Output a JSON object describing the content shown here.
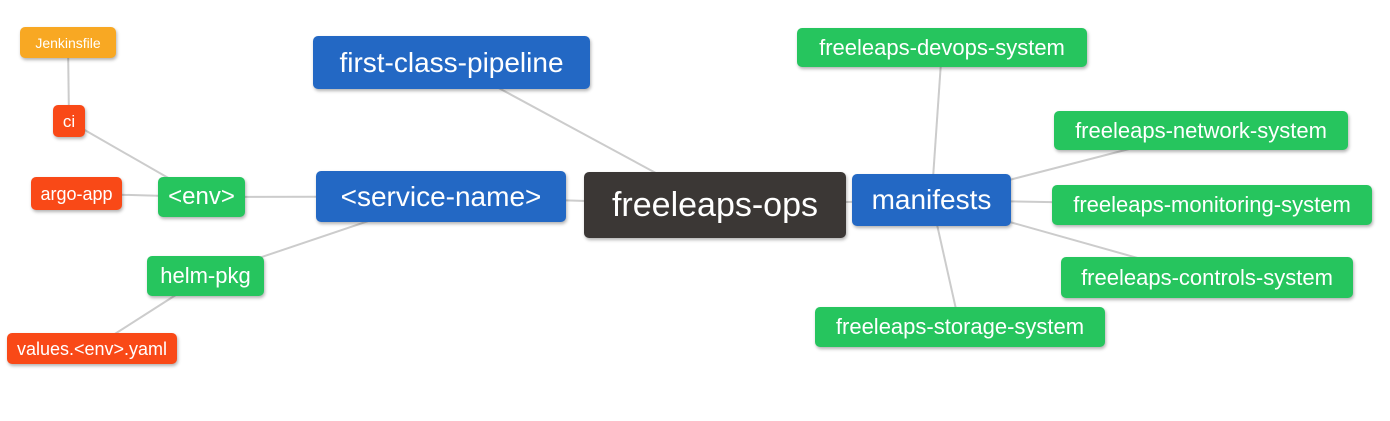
{
  "diagram": {
    "type": "mindmap",
    "root_label": "freeleaps-ops",
    "palette": {
      "root": "#3B3735",
      "branch": "#2368C4",
      "level2": "#26C55E",
      "level3": "#F94917",
      "level4": "#F8A823",
      "edge": "#CCCCCC",
      "text": "#FFFFFF",
      "background": "#FFFFFF"
    },
    "nodes": [
      {
        "id": "freeleaps-ops",
        "label": "freeleaps-ops",
        "level": 0,
        "color": "root"
      },
      {
        "id": "first-class-pipeline",
        "label": "first-class-pipeline",
        "level": 1,
        "color": "branch"
      },
      {
        "id": "service-name",
        "label": "<service-name>",
        "level": 1,
        "color": "branch"
      },
      {
        "id": "manifests",
        "label": "manifests",
        "level": 1,
        "color": "branch"
      },
      {
        "id": "env",
        "label": "<env>",
        "level": 2,
        "color": "level2"
      },
      {
        "id": "helm-pkg",
        "label": "helm-pkg",
        "level": 2,
        "color": "level2"
      },
      {
        "id": "freeleaps-devops-system",
        "label": "freeleaps-devops-system",
        "level": 2,
        "color": "level2"
      },
      {
        "id": "freeleaps-network-system",
        "label": "freeleaps-network-system",
        "level": 2,
        "color": "level2"
      },
      {
        "id": "freeleaps-monitoring-system",
        "label": "freeleaps-monitoring-system",
        "level": 2,
        "color": "level2"
      },
      {
        "id": "freeleaps-controls-system",
        "label": "freeleaps-controls-system",
        "level": 2,
        "color": "level2"
      },
      {
        "id": "freeleaps-storage-system",
        "label": "freeleaps-storage-system",
        "level": 2,
        "color": "level2"
      },
      {
        "id": "ci",
        "label": "ci",
        "level": 3,
        "color": "level3"
      },
      {
        "id": "argo-app",
        "label": "argo-app",
        "level": 3,
        "color": "level3"
      },
      {
        "id": "values-env-yaml",
        "label": "values.<env>.yaml",
        "level": 3,
        "color": "level3"
      },
      {
        "id": "jenkinsfile",
        "label": "Jenkinsfile",
        "level": 4,
        "color": "level4"
      }
    ],
    "edges": [
      [
        "freeleaps-ops",
        "first-class-pipeline"
      ],
      [
        "freeleaps-ops",
        "service-name"
      ],
      [
        "freeleaps-ops",
        "manifests"
      ],
      [
        "service-name",
        "env"
      ],
      [
        "service-name",
        "helm-pkg"
      ],
      [
        "env",
        "ci"
      ],
      [
        "env",
        "argo-app"
      ],
      [
        "ci",
        "jenkinsfile"
      ],
      [
        "helm-pkg",
        "values-env-yaml"
      ],
      [
        "manifests",
        "freeleaps-devops-system"
      ],
      [
        "manifests",
        "freeleaps-network-system"
      ],
      [
        "manifests",
        "freeleaps-monitoring-system"
      ],
      [
        "manifests",
        "freeleaps-controls-system"
      ],
      [
        "manifests",
        "freeleaps-storage-system"
      ]
    ]
  }
}
